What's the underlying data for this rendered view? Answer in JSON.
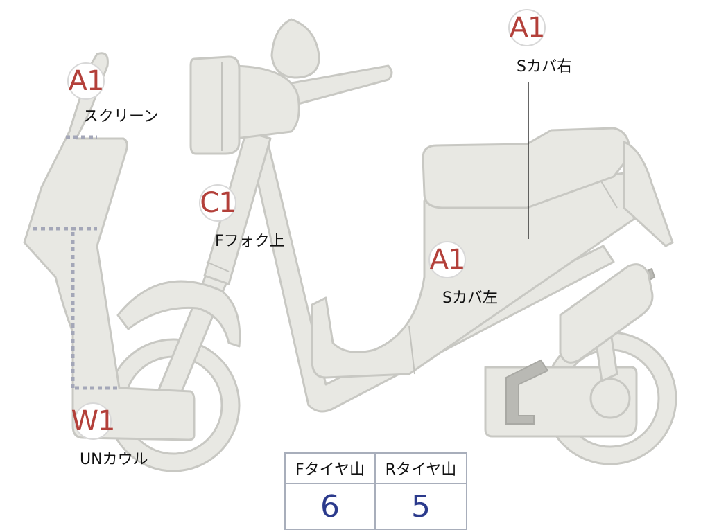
{
  "labels": {
    "screen": {
      "code": "A1",
      "text": "スクリーン"
    },
    "fork_upper": {
      "code": "C1",
      "text": "Fフォク上"
    },
    "side_cover_right": {
      "code": "A1",
      "text": "Sカバ右"
    },
    "side_cover_left": {
      "code": "A1",
      "text": "Sカバ左"
    },
    "under_cowl": {
      "code": "W1",
      "text": "UNカウル"
    }
  },
  "tire_table": {
    "front_header": "Fタイヤ山",
    "rear_header": "Rタイヤ山",
    "front_value": "6",
    "rear_value": "5"
  },
  "colors": {
    "part_fill": "#e8e8e3",
    "damage_code": "#b3403a",
    "tire_value": "#2b3a8c",
    "table_border": "#a8aebb"
  }
}
